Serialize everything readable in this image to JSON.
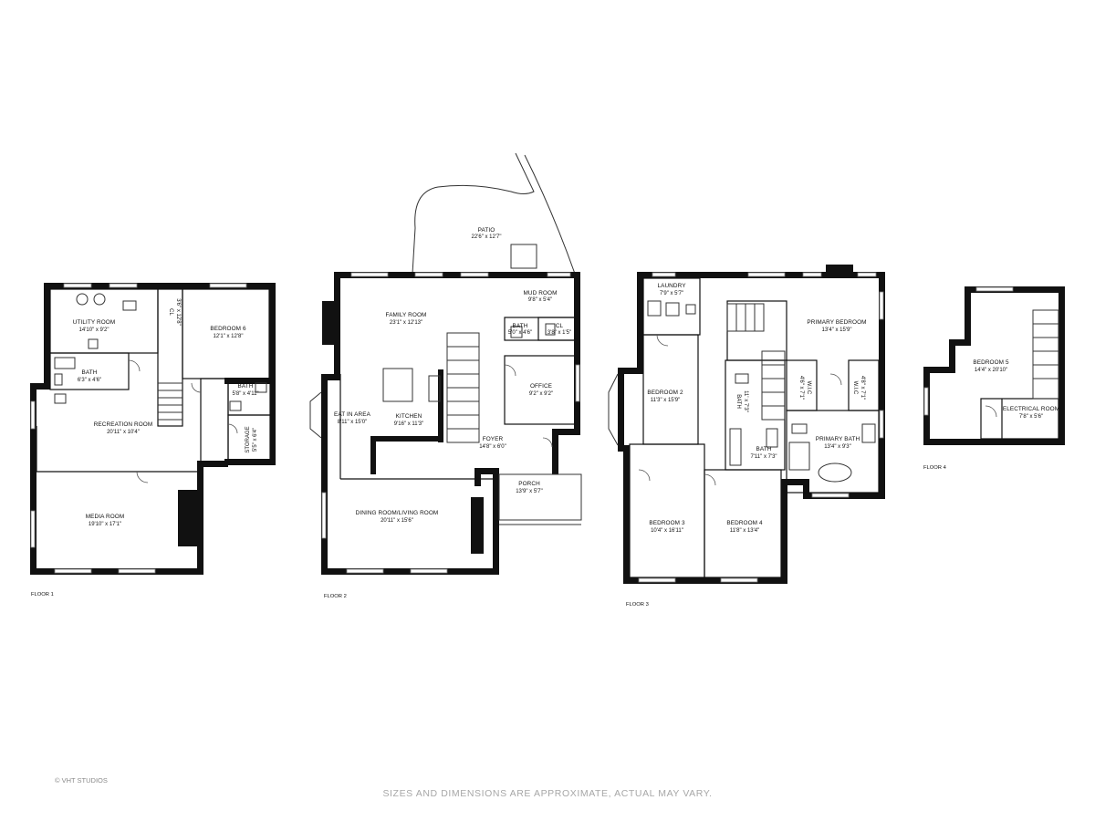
{
  "floors": [
    {
      "label": "FLOOR 1",
      "rooms": [
        {
          "name": "UTILITY ROOM",
          "dim": "14'10\" x 9'2\""
        },
        {
          "name": "BEDROOM 6",
          "dim": "12'1\" x 12'8\""
        },
        {
          "name": "BATH",
          "dim": "6'3\" x 4'6\""
        },
        {
          "name": "BATH",
          "dim": "5'8\" x 4'11\""
        },
        {
          "name": "RECREATION ROOM",
          "dim": "20'11\" x 10'4\""
        },
        {
          "name": "STORAGE",
          "dim": "5'5\" x 6'4\""
        },
        {
          "name": "MEDIA ROOM",
          "dim": "19'10\" x 17'1\""
        },
        {
          "name": "CL",
          "dim": "3'6\" x 12'8\""
        }
      ]
    },
    {
      "label": "FLOOR 2",
      "rooms": [
        {
          "name": "PATIO",
          "dim": "22'6\" x 12'7\""
        },
        {
          "name": "FAMILY ROOM",
          "dim": "23'1\" x 12'13\""
        },
        {
          "name": "MUD ROOM",
          "dim": "9'8\" x 5'4\""
        },
        {
          "name": "BATH",
          "dim": "5'0\" x 4'6\""
        },
        {
          "name": "CL",
          "dim": "3'8\" x 1'5\""
        },
        {
          "name": "OFFICE",
          "dim": "9'2\" x 9'2\""
        },
        {
          "name": "EAT IN AREA",
          "dim": "8'11\" x 15'0\""
        },
        {
          "name": "KITCHEN",
          "dim": "9'16\" x 11'3\""
        },
        {
          "name": "FOYER",
          "dim": "14'8\" x 6'0\""
        },
        {
          "name": "PORCH",
          "dim": "13'9\" x 5'7\""
        },
        {
          "name": "DINING ROOM/LIVING ROOM",
          "dim": "20'11\" x 15'6\""
        }
      ]
    },
    {
      "label": "FLOOR 3",
      "rooms": [
        {
          "name": "LAUNDRY",
          "dim": "7'9\" x 5'7\""
        },
        {
          "name": "PRIMARY BEDROOM",
          "dim": "13'4\" x 15'9\""
        },
        {
          "name": "BEDROOM 2",
          "dim": "11'3\" x 15'9\""
        },
        {
          "name": "BATH",
          "dim": "11' x 7'3\""
        },
        {
          "name": "W.I.C",
          "dim": "4'6\" x 7'1\""
        },
        {
          "name": "W.I.C",
          "dim": "4'8\" x 7'1\""
        },
        {
          "name": "PRIMARY BATH",
          "dim": "13'4\" x 9'3\""
        },
        {
          "name": "BATH",
          "dim": "7'11\" x 7'3\""
        },
        {
          "name": "BEDROOM 3",
          "dim": "10'4\" x 16'11\""
        },
        {
          "name": "BEDROOM 4",
          "dim": "11'8\" x 13'4\""
        }
      ]
    },
    {
      "label": "FLOOR 4",
      "rooms": [
        {
          "name": "BEDROOM 5",
          "dim": "14'4\" x 20'10\""
        },
        {
          "name": "ELECTRICAL ROOM",
          "dim": "7'8\" x 5'6\""
        }
      ]
    }
  ],
  "disclaimer": "SIZES AND DIMENSIONS ARE APPROXIMATE, ACTUAL MAY VARY.",
  "copyright": "© VHT STUDIOS"
}
